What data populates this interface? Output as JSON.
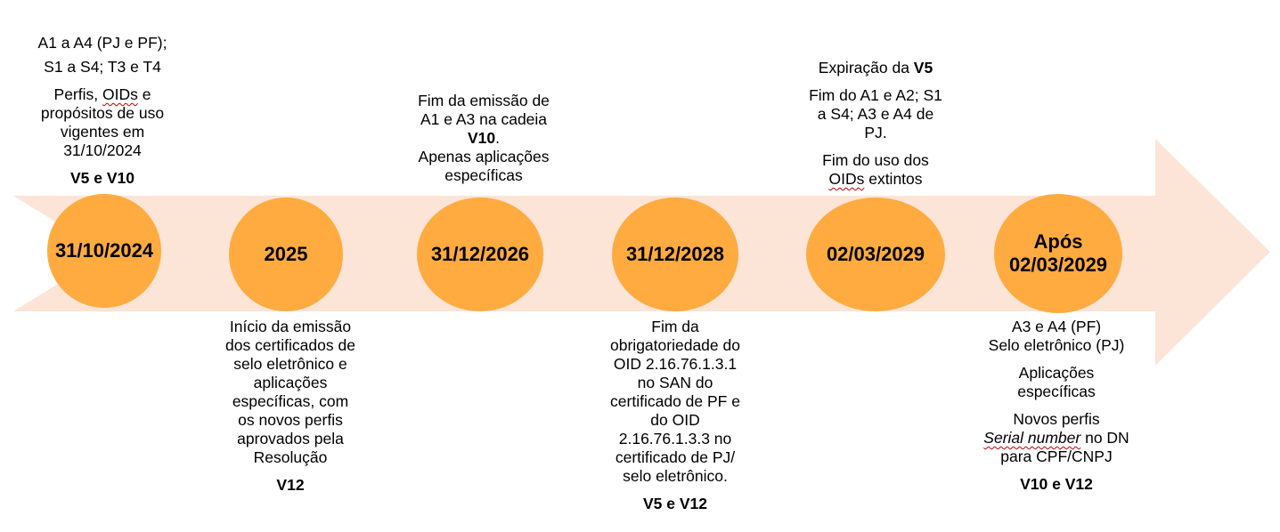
{
  "colors": {
    "arrow": "#FCE4D6",
    "node": "#FFAB40"
  },
  "nodes": [
    {
      "date": "31/10/2024"
    },
    {
      "date": "2025"
    },
    {
      "date": "31/12/2026"
    },
    {
      "date": "31/12/2028"
    },
    {
      "date": "02/03/2029"
    },
    {
      "date_line1": "Após",
      "date_line2": "02/03/2029"
    }
  ],
  "notes": {
    "n1": {
      "l1": "A1 a A4 (PJ e PF);",
      "l2": "S1 a S4; T3 e T4",
      "p_a": "Perfis, ",
      "p_oid": "OIDs",
      "p_b": " e",
      "p_l2": "propósitos de uso",
      "p_l3": "vigentes em",
      "p_l4": "31/10/2024",
      "versions": "V5 e V10"
    },
    "n2": {
      "lines": [
        "Início da emissão",
        "dos certificados de",
        "selo eletrônico e",
        "aplicações",
        "específicas, com",
        "os novos perfis",
        "aprovados pela",
        "Resolução"
      ],
      "versions": "V12"
    },
    "n3": {
      "l1": "Fim da emissão de",
      "l2": "A1 e A3 na cadeia",
      "l3_bold": "V10",
      "l3_tail": ".",
      "l4": "Apenas aplicações",
      "l5": "específicas"
    },
    "n4": {
      "lines": [
        "Fim da",
        "obrigatoriedade do",
        "OID 2.16.76.1.3.1",
        "no SAN do",
        "certificado de PF e",
        "do OID",
        "2.16.76.1.3.3 no",
        "certificado de PJ/",
        "selo eletrônico."
      ],
      "versions": "V5 e V12"
    },
    "n5": {
      "exp_prefix": "Expiração da ",
      "exp_bold": "V5",
      "l1": "Fim do A1 e A2; S1",
      "l2": "a S4; A3 e A4 de",
      "l3": "PJ.",
      "l4": "Fim do uso dos",
      "l5_oid": "OIDs",
      "l5_tail": " extintos"
    },
    "n6": {
      "l1": "A3 e A4 (PF)",
      "l2": "Selo eletrônico (PJ)",
      "l3": "Aplicações",
      "l4": "específicas",
      "l5": "Novos perfis",
      "l6_sn": "Serial number",
      "l6_tail": " no DN",
      "l7": "para CPF/CNPJ",
      "versions": "V10 e V12"
    }
  }
}
